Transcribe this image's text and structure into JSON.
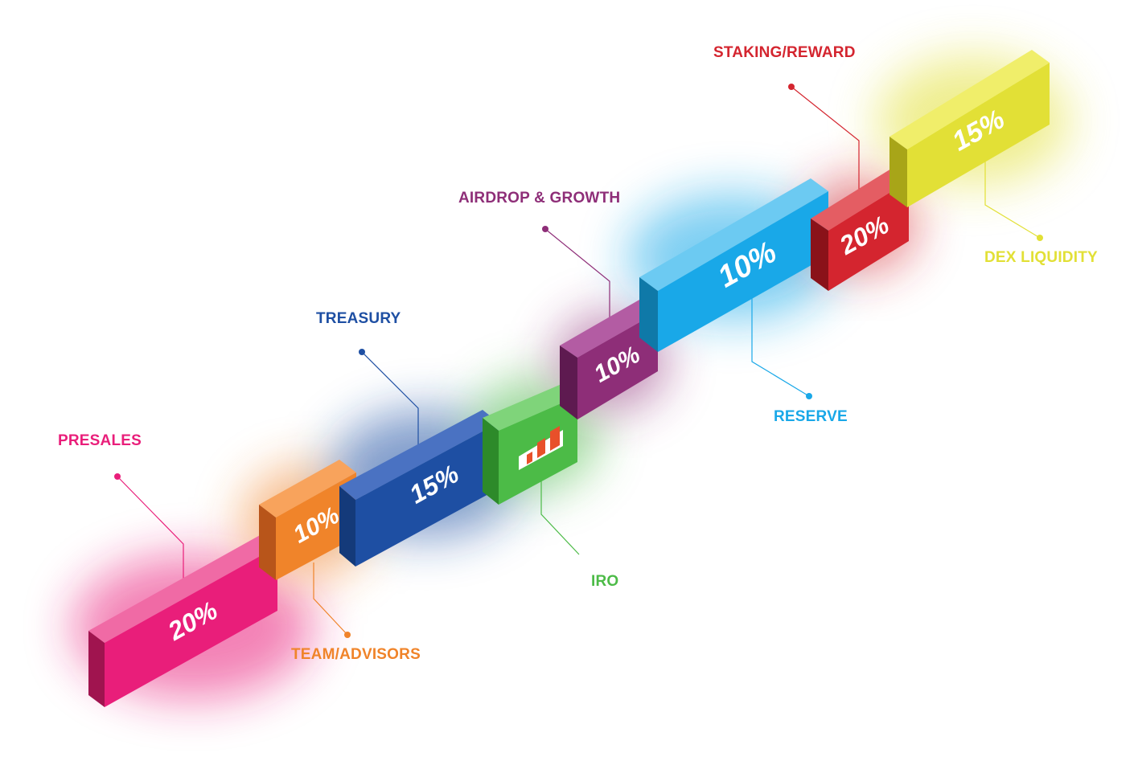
{
  "segments": [
    {
      "key": "presales",
      "label": "PRESALES",
      "value": "20%",
      "color": "#e91e7a"
    },
    {
      "key": "team",
      "label": "TEAM/ADVISORS",
      "value": "10%",
      "color": "#f0842a"
    },
    {
      "key": "treasury",
      "label": "TREASURY",
      "value": "15%",
      "color": "#1e4fa3"
    },
    {
      "key": "iro",
      "label": "IRO",
      "value": "",
      "color": "#4cbb47"
    },
    {
      "key": "airdrop",
      "label": "AIRDROP & GROWTH",
      "value": "10%",
      "color": "#8e2e78"
    },
    {
      "key": "reserve",
      "label": "RESERVE",
      "value": "10%",
      "color": "#19a8e8"
    },
    {
      "key": "staking",
      "label": "STAKING/REWARD",
      "value": "20%",
      "color": "#d4252f"
    },
    {
      "key": "dex",
      "label": "DEX LIQUIDITY",
      "value": "15%",
      "color": "#e2e036"
    }
  ],
  "icons": {
    "iro_logo": "bar-chart-logo-icon"
  }
}
